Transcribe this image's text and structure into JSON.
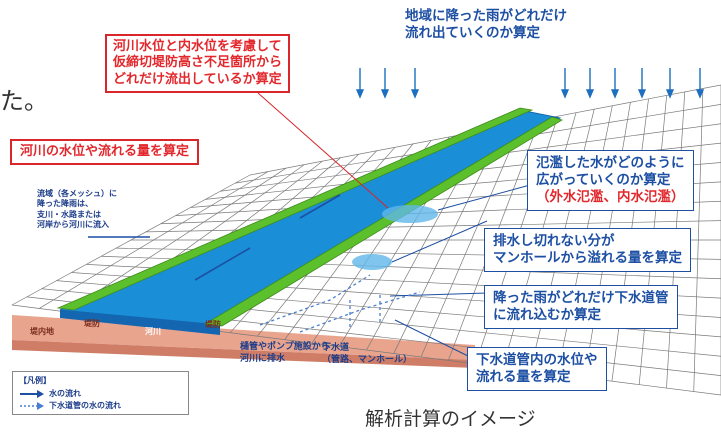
{
  "fragment_text": "た。",
  "top_note": {
    "line1": "地域に降った雨がどれだけ",
    "line2": "流れ出ていくのか算定"
  },
  "red_top": {
    "line1": "河川水位と内水位を考慮して",
    "line2": "仮締切堤防高さ不足箇所から",
    "line3": "どれだけ流出しているか算定"
  },
  "red_left": "河川の水位や流れる量を算定",
  "flood_box": {
    "line1": "氾濫した水がどのように",
    "line2": "広がっていくのか算定",
    "line3_a": "（外水氾濫、",
    "line3_b": "内水氾濫）"
  },
  "manhole_box": {
    "line1": "排水し切れない分が",
    "line2": "マンホールから溢れる量を算定"
  },
  "sewer_in_box": {
    "line1": "降った雨がどれだけ下水道管",
    "line2": "に流れ込むか算定"
  },
  "sewer_level_box": {
    "line1": "下水道管内の水位や",
    "line2": "流れる量を算定"
  },
  "basin_note": {
    "line1": "流域（各メッシュ）に",
    "line2": "降った降雨は、",
    "line3": "支川・水路または",
    "line4": "河岸から河川に流入"
  },
  "ground_labels": {
    "label_a": "堤内地",
    "label_b": "堤防",
    "label_c": "河川",
    "label_d": "堤防"
  },
  "pump_note": {
    "line1": "樋管やポンプ施設から",
    "line2": "河川に排水"
  },
  "sewer_note": {
    "line1": "下水道",
    "line2": "（管路、マンホール）"
  },
  "legend": {
    "title": "【凡例】",
    "water": "水の流れ",
    "sewer": "下水道管の水の流れ"
  },
  "caption": "解析計算のイメージ",
  "colors": {
    "river": "#1a8fd8",
    "river_dark": "#1466b0",
    "levee": "#5cc02c",
    "ground": "#e9a48e",
    "grid": "#7a7a7a",
    "red": "#e2282d",
    "blue": "#1d4fa3"
  }
}
